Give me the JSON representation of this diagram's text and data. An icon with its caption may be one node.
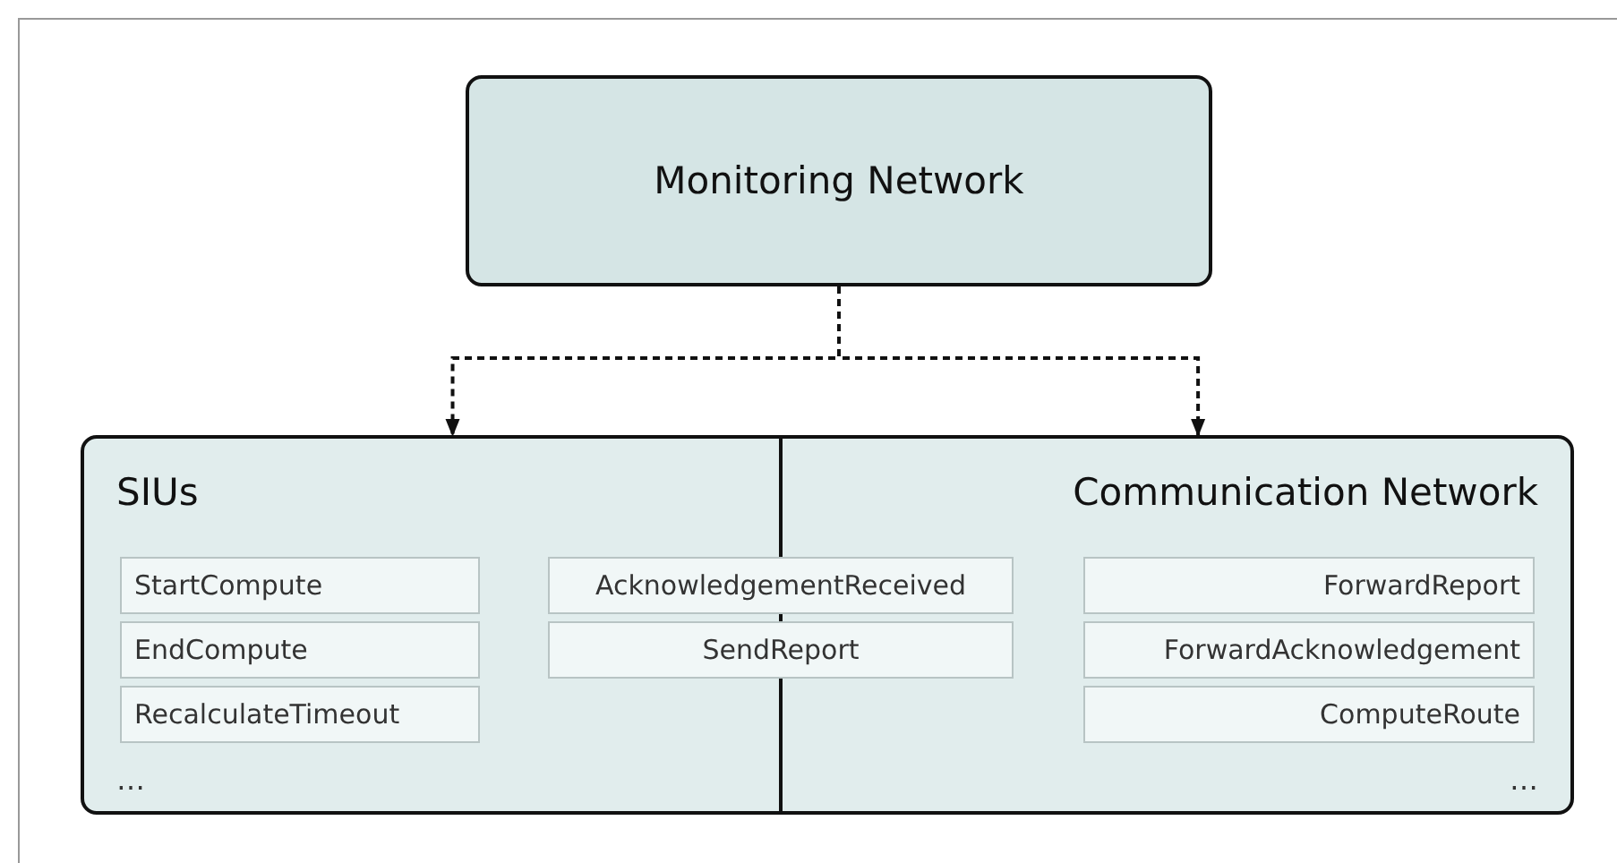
{
  "diagram": {
    "nodes": [
      {
        "text": [
          "Monitoring Network"
        ]
      },
      {
        "text": [],
        "shape": "box"
      },
      {
        "text": [
          "SIUs",
          "…"
        ],
        "in": 1
      },
      {
        "text": [
          "StartCompute"
        ],
        "in": 2
      },
      {
        "text": [
          "EndCompute"
        ],
        "in": 2
      },
      {
        "text": [
          "RecalculateTimeout"
        ],
        "in": 2
      },
      {
        "text": [
          "AcknowledgementReceived"
        ],
        "in": 1
      },
      {
        "text": [
          "SendReport"
        ],
        "in": 1
      },
      {
        "text": [
          "Communication Network",
          "…"
        ],
        "in": 1
      },
      {
        "text": [
          "ForwardReport"
        ],
        "in": 8
      },
      {
        "text": [
          "ForwardAcknowledgement"
        ],
        "in": 8
      },
      {
        "text": [
          "ComputeRoute"
        ],
        "in": 8
      }
    ],
    "edges": [
      {
        "from": 0,
        "to": 2,
        "arrow": "to",
        "style": "dashed"
      },
      {
        "from": 0,
        "to": 8,
        "arrow": "to",
        "style": "dashed"
      }
    ]
  }
}
